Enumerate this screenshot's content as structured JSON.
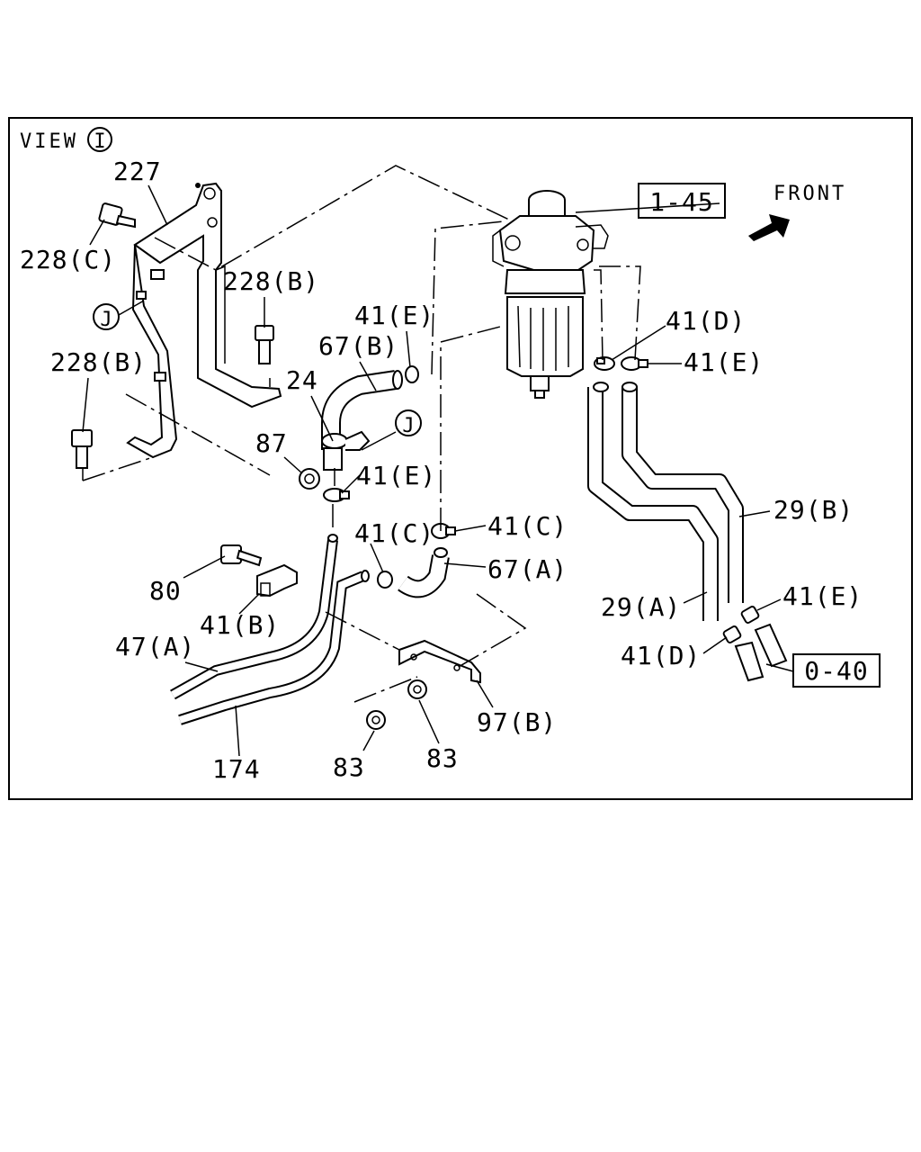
{
  "view": {
    "prefix": "VIEW",
    "marker": "I"
  },
  "front": {
    "label": "FRONT"
  },
  "callouts": {
    "c227": "227",
    "c228c": "228(C)",
    "c228b_top": "228(B)",
    "c228b_left": "228(B)",
    "j_left": "J",
    "j_mid": "J",
    "c24": "24",
    "c67b": "67(B)",
    "c41e_a": "41(E)",
    "c41e_b": "41(E)",
    "c41e_c": "41(E)",
    "c41e_d": "41(E)",
    "c41d_a": "41(D)",
    "c41d_b": "41(D)",
    "c41c_a": "41(C)",
    "c41c_b": "41(C)",
    "c41b": "41(B)",
    "c87": "87",
    "c67a": "67(A)",
    "c80": "80",
    "c47a": "47(A)",
    "c174": "174",
    "c83_a": "83",
    "c83_b": "83",
    "c97b": "97(B)",
    "c29b": "29(B)",
    "c29a": "29(A)"
  },
  "refs": {
    "r145": "1-45",
    "r040": "0-40"
  }
}
